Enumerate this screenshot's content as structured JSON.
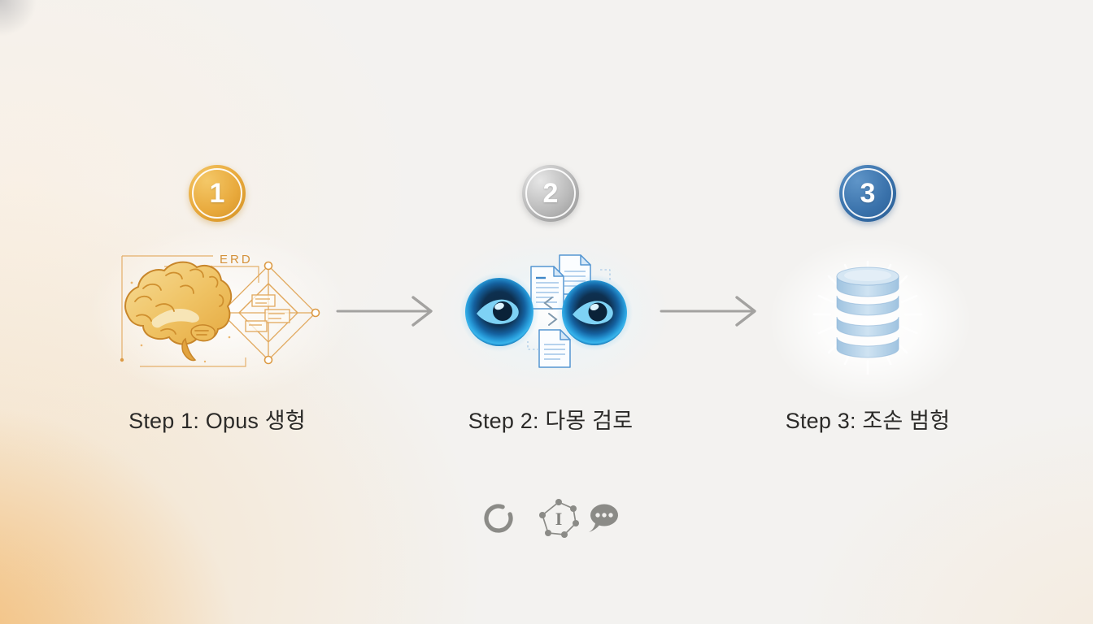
{
  "diagram": {
    "kind": "three-step process flow",
    "steps": [
      {
        "number": "1",
        "label": "Step 1: Opus 생헝",
        "badge_theme": "gold",
        "illustration": "brain-with-erd-diagram",
        "erd_caption": "ERD"
      },
      {
        "number": "2",
        "label": "Step 2: 다몽 검로",
        "badge_theme": "silver",
        "illustration": "two-eyes-reviewing-documents"
      },
      {
        "number": "3",
        "label": "Step 3: 조손 범헝",
        "badge_theme": "blue",
        "illustration": "glowing-database-cylinder"
      }
    ]
  },
  "footer": {
    "icons": [
      {
        "name": "open-ring-icon"
      },
      {
        "name": "hexagon-network-icon",
        "glyph": "I"
      },
      {
        "name": "chat-bubble-icon"
      }
    ]
  },
  "colors": {
    "badge_gold": "#e8a93c",
    "badge_silver": "#b9b9b9",
    "badge_blue": "#3a72ab",
    "arrow_gray": "#a3a2a0",
    "label_text": "#2b2a28",
    "footer_icon_gray": "#8b8b87",
    "erd_orange": "#dc9a44",
    "eye_blue": "#2fa9e6",
    "database_blue": "#b7d2e9",
    "corner_glow_orange": "#f0a03a"
  }
}
